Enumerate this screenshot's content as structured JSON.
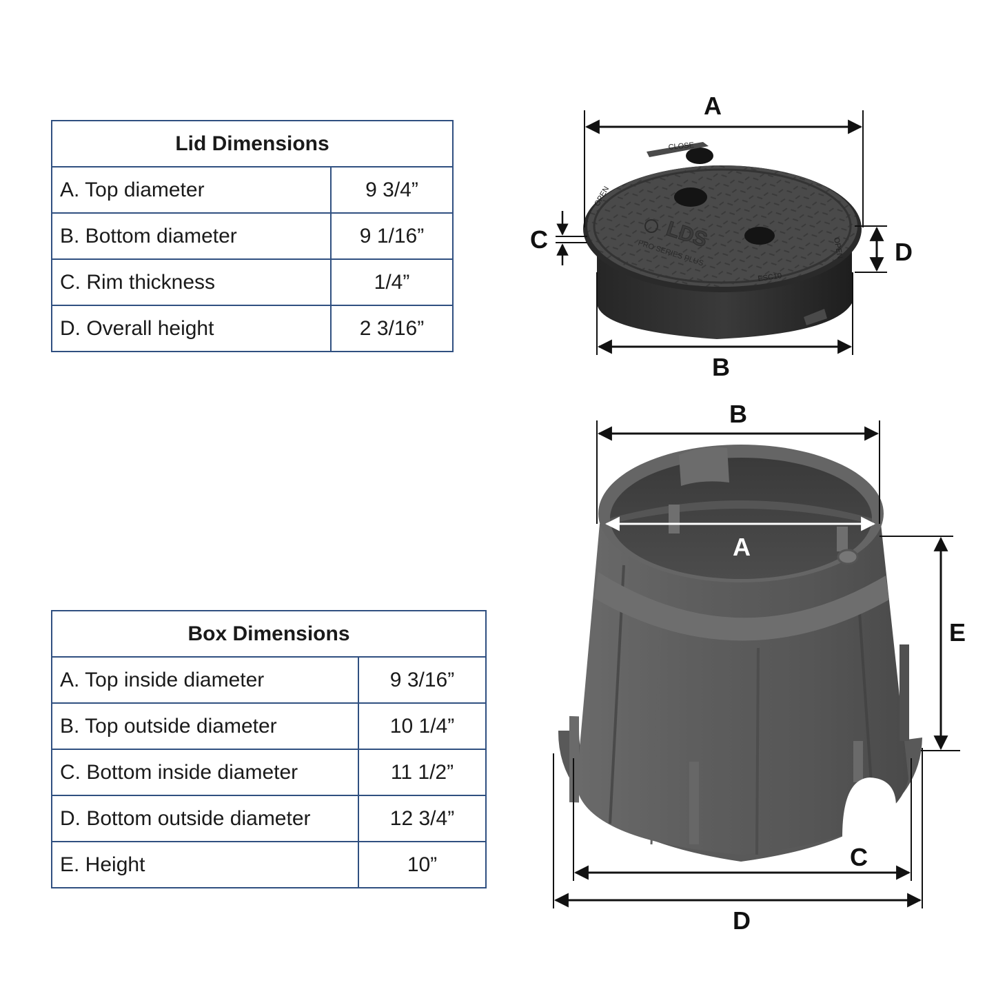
{
  "lid_table": {
    "title": "Lid Dimensions",
    "rows": [
      {
        "label": "A. Top diameter",
        "value": "9 3/4”"
      },
      {
        "label": "B. Bottom diameter",
        "value": "9 1/16”"
      },
      {
        "label": "C. Rim thickness",
        "value": "1/4”"
      },
      {
        "label": "D. Overall height",
        "value": "2 3/16”"
      }
    ]
  },
  "box_table": {
    "title": "Box Dimensions",
    "rows": [
      {
        "label": "A. Top inside diameter",
        "value": "9 3/16”"
      },
      {
        "label": "B. Top outside diameter",
        "value": "10 1/4”"
      },
      {
        "label": "C. Bottom inside diameter",
        "value": "11 1/2”"
      },
      {
        "label": "D. Bottom outside diameter",
        "value": "12 3/4”"
      },
      {
        "label": "E. Height",
        "value": "10”"
      }
    ]
  },
  "lid_diagram": {
    "labels": {
      "a": "A",
      "b": "B",
      "c": "C",
      "d": "D"
    },
    "embossed": {
      "close": "CLOSE",
      "open": "OPEN",
      "brand": "LDS",
      "series": "PRO SERIES PLUS",
      "model": "ESC10"
    }
  },
  "box_diagram": {
    "labels": {
      "a": "A",
      "b": "B",
      "c": "C",
      "d": "D",
      "e": "E"
    }
  },
  "colors": {
    "table_border": "#2f4f80",
    "plastic": "#5b5b5b",
    "plastic_dark": "#2e2e2e"
  }
}
